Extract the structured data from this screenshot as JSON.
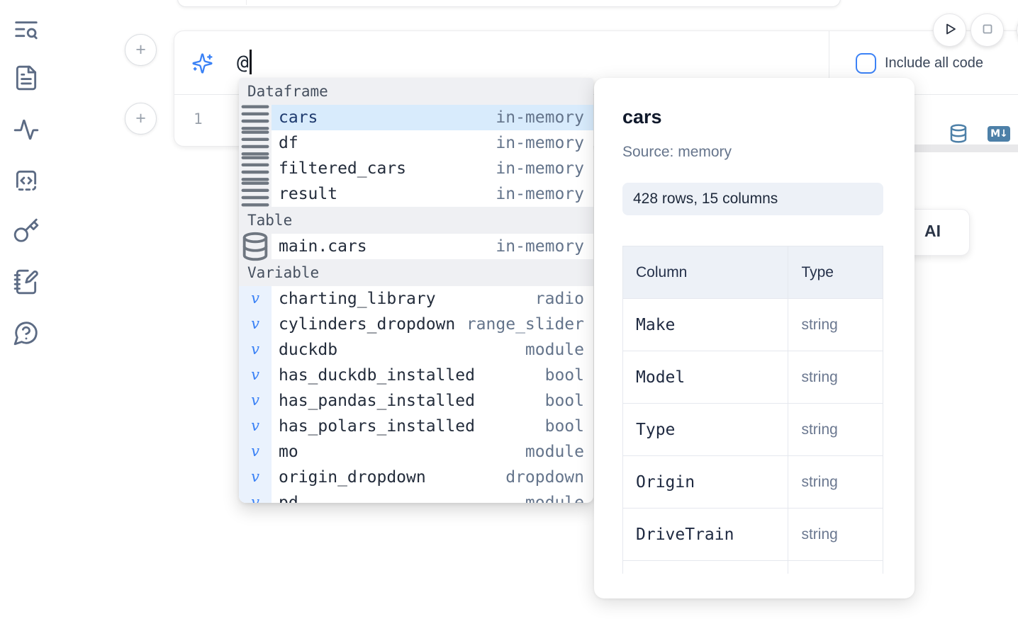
{
  "colors": {
    "accent_blue": "#3b82f6",
    "steel_blue": "#4d80a8",
    "selection_blue": "#d8ebfc",
    "section_header_gray": "#eff0f3"
  },
  "sidebar": {
    "icons": [
      "text-search-icon",
      "file-text-icon",
      "activity-icon",
      "code-box-icon",
      "key-icon",
      "notebook-pen-icon",
      "help-chat-icon"
    ]
  },
  "run_controls": {
    "buttons": [
      "play",
      "stop"
    ]
  },
  "ai_cell": {
    "prompt_value": "@",
    "include_all_code_label": "Include all code",
    "line_number": "1",
    "markdown_badge": "M↓",
    "database_icon": "database-icon",
    "ai_button_label": "AI",
    "add_cell_label": "+"
  },
  "autocomplete": {
    "sections": [
      {
        "label": "Dataframe",
        "kind": "dataframe",
        "items": [
          {
            "name": "cars",
            "type": "in-memory",
            "selected": true
          },
          {
            "name": "df",
            "type": "in-memory"
          },
          {
            "name": "filtered_cars",
            "type": "in-memory"
          },
          {
            "name": "result",
            "type": "in-memory"
          }
        ]
      },
      {
        "label": "Table",
        "kind": "table",
        "items": [
          {
            "name": "main.cars",
            "type": "in-memory"
          }
        ]
      },
      {
        "label": "Variable",
        "kind": "variable",
        "items": [
          {
            "name": "charting_library",
            "type": "radio"
          },
          {
            "name": "cylinders_dropdown",
            "type": "range_slider"
          },
          {
            "name": "duckdb",
            "type": "module"
          },
          {
            "name": "has_duckdb_installed",
            "type": "bool"
          },
          {
            "name": "has_pandas_installed",
            "type": "bool"
          },
          {
            "name": "has_polars_installed",
            "type": "bool"
          },
          {
            "name": "mo",
            "type": "module"
          },
          {
            "name": "origin_dropdown",
            "type": "dropdown"
          },
          {
            "name": "pd",
            "type": "module"
          }
        ]
      }
    ]
  },
  "preview_panel": {
    "title": "cars",
    "source": "Source: memory",
    "stats": "428 rows, 15 columns",
    "table": {
      "headers": [
        "Column",
        "Type"
      ],
      "rows": [
        [
          "Make",
          "string"
        ],
        [
          "Model",
          "string"
        ],
        [
          "Type",
          "string"
        ],
        [
          "Origin",
          "string"
        ],
        [
          "DriveTrain",
          "string"
        ]
      ],
      "has_more_rows": true
    }
  }
}
